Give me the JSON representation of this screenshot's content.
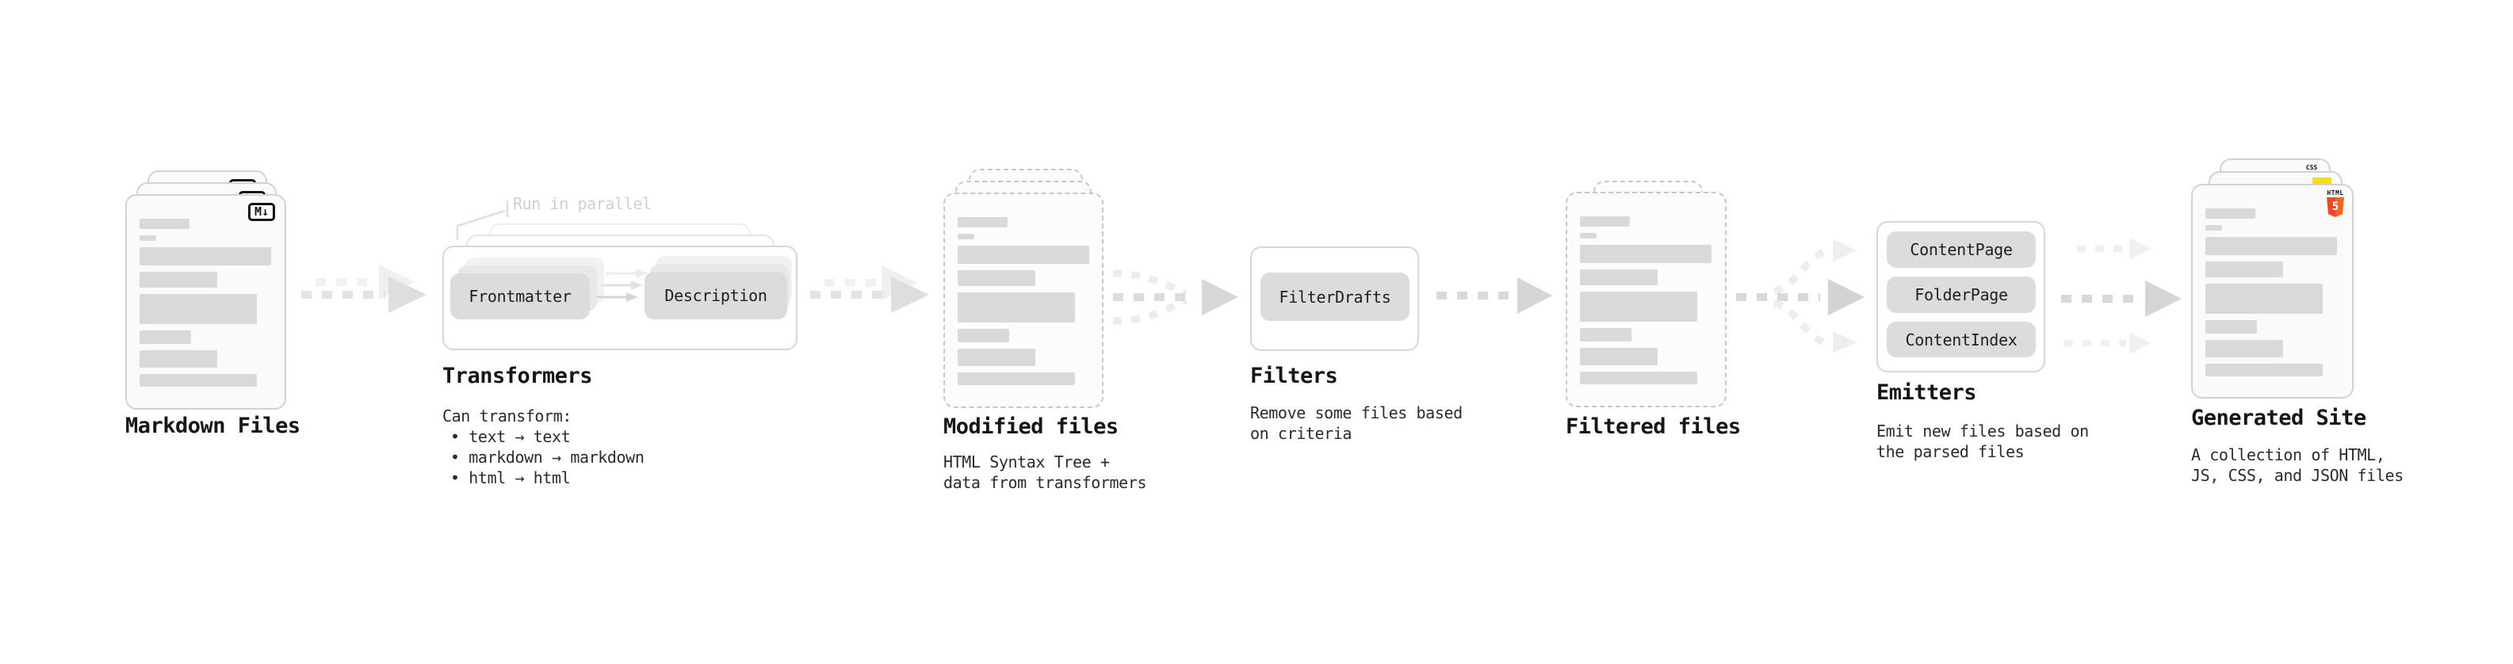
{
  "stages": {
    "markdown_files": {
      "title": "Markdown Files",
      "badge": "M↓"
    },
    "transformers": {
      "annotation": "Run in parallel",
      "pill_left": "Frontmatter",
      "pill_right": "Description",
      "title": "Transformers",
      "lines": [
        "Can transform:",
        "• text → text",
        "• markdown → markdown",
        "• html → html"
      ]
    },
    "modified_files": {
      "title": "Modified files",
      "lines": [
        "HTML Syntax Tree +",
        "data from transformers"
      ]
    },
    "filters": {
      "pill": "FilterDrafts",
      "title": "Filters",
      "lines": [
        "Remove some files based",
        "on criteria"
      ]
    },
    "filtered_files": {
      "title": "Filtered files"
    },
    "emitters": {
      "pills": [
        "ContentPage",
        "FolderPage",
        "ContentIndex"
      ],
      "title": "Emitters",
      "lines": [
        "Emit new files based on",
        "the parsed files"
      ]
    },
    "generated_site": {
      "title": "Generated Site",
      "badge_css": "CSS",
      "badge_html_word": "HTML",
      "badge_html_number": "5",
      "lines": [
        "A collection of HTML,",
        "JS, CSS, and JSON files"
      ]
    }
  },
  "colors": {
    "html5_orange": "#e44d26",
    "js_yellow": "#f5de19",
    "css_blue": "#2d5be9",
    "title_text": "#161616",
    "body_text": "#2b2b2b",
    "muted_annotation": "#cfcfcf",
    "card_border": "#d2d2d2",
    "bar_fill": "#d9d9d9"
  }
}
